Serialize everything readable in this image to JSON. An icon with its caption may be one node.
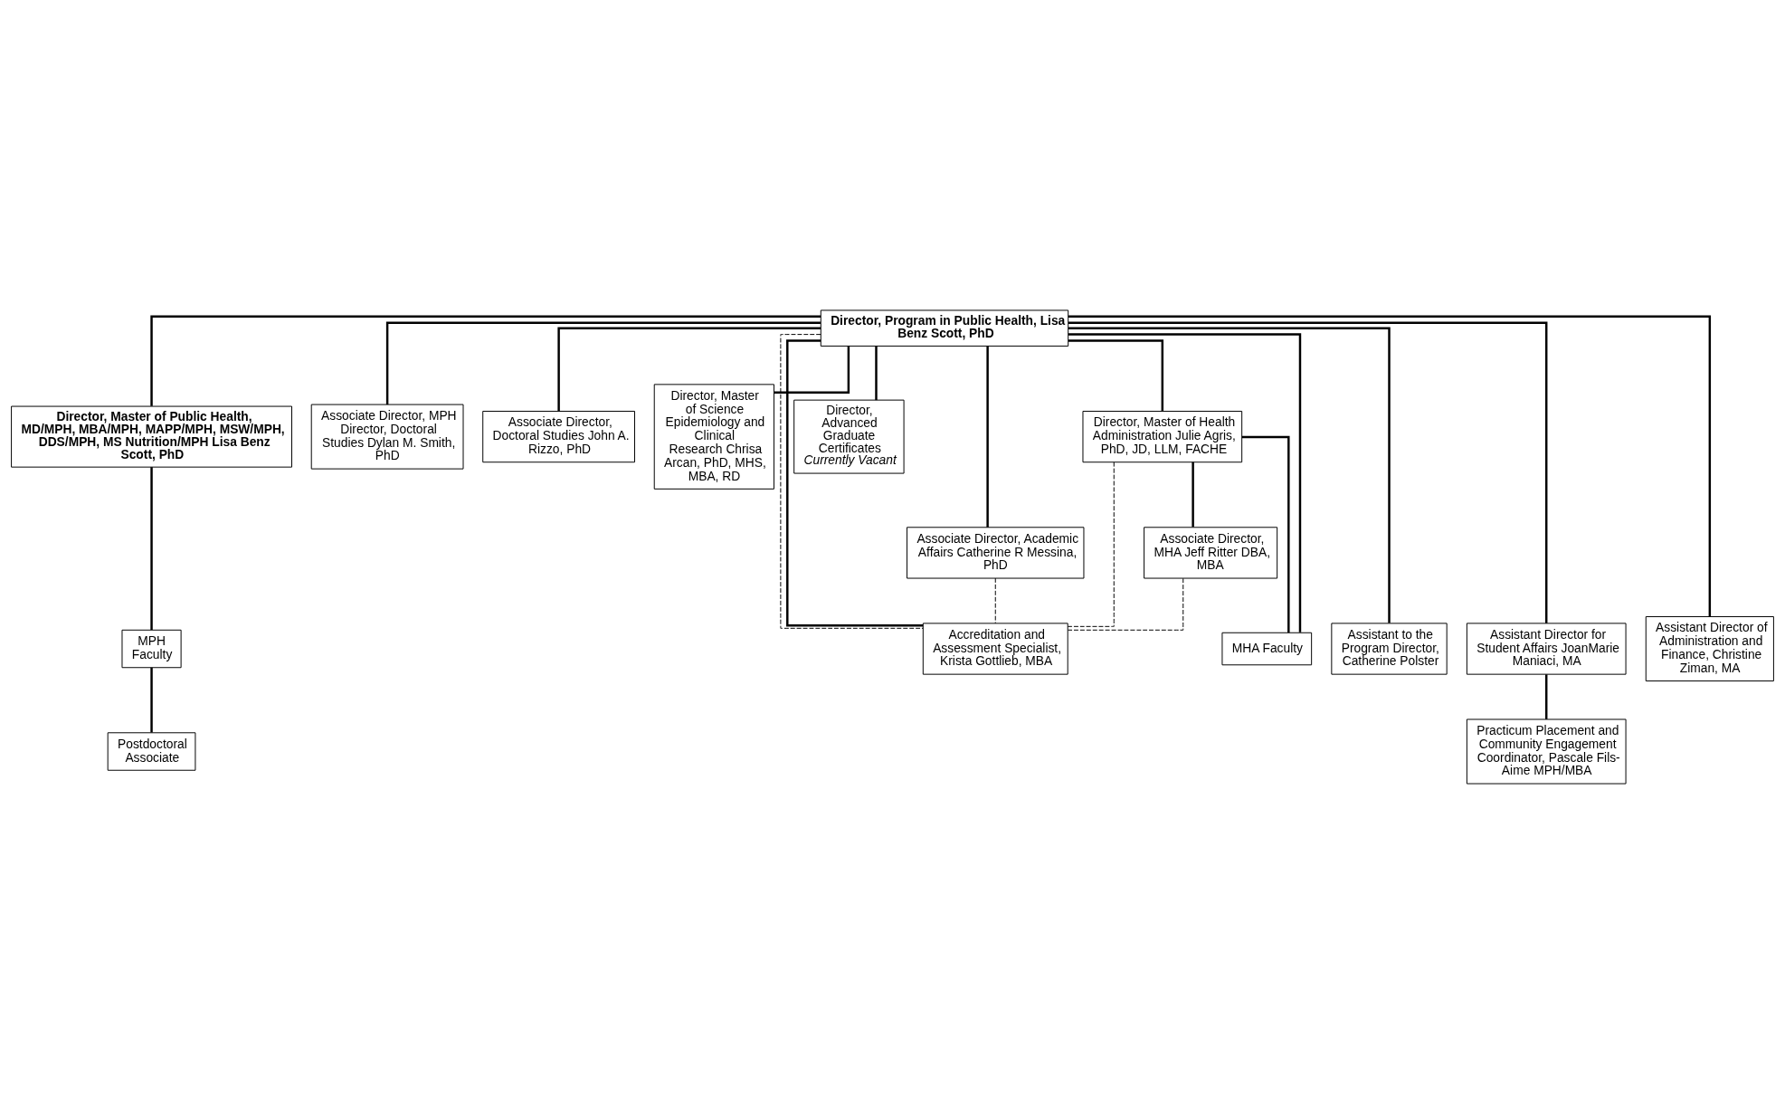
{
  "diagram": {
    "nodes": [
      {
        "text": [
          "Director, Program in Public Health, Lisa Benz Scott, PhD"
        ]
      },
      {
        "text": [
          "Director, Master of Public Health, MD/MPH, MBA/MPH, MAPP/MPH, MSW/MPH, DDS/MPH, MS Nutrition/MPH Lisa Benz Scott, PhD"
        ]
      },
      {
        "text": [
          "Associate Director, MPH Director, Doctoral Studies Dylan M. Smith, PhD"
        ]
      },
      {
        "text": [
          "Associate Director, Doctoral Studies John A. Rizzo, PhD"
        ]
      },
      {
        "text": [
          "Director, Master of Science Epidemiology and Clinical Research Chrisa Arcan, PhD, MHS, MBA, RD"
        ]
      },
      {
        "text": [
          "Director, Advanced Graduate Certificates",
          "Currently Vacant"
        ]
      },
      {
        "text": [
          "Director, Master of Health Administration Julie Agris, PhD, JD, LLM, FACHE"
        ]
      },
      {
        "text": [
          "Associate Director, Academic Affairs Catherine R Messina, PhD"
        ]
      },
      {
        "text": [
          "Associate Director, MHA Jeff Ritter DBA, MBA"
        ]
      },
      {
        "text": [
          "MPH Faculty"
        ]
      },
      {
        "text": [
          "Assistant to the Program Director, Catherine Polster"
        ]
      },
      {
        "text": [
          "Assistant Director for Student Affairs JoanMarie Maniaci, MA"
        ]
      },
      {
        "text": [
          "Accreditation and Assessment Specialist, Krista Gottlieb, MBA"
        ]
      },
      {
        "text": [
          "Assistant Director of Administration and Finance, Christine Ziman, MA"
        ]
      },
      {
        "text": [
          "MHA Faculty"
        ]
      },
      {
        "text": [
          "Postdoctoral Associate"
        ]
      },
      {
        "text": [
          "Practicum Placement and Community Engagement Coordinator, Pascale Fils-Aime MPH/MBA"
        ]
      }
    ],
    "edges": [
      {
        "from": 0,
        "to": 1,
        "arrow": "none"
      },
      {
        "from": 0,
        "to": 2,
        "arrow": "none"
      },
      {
        "from": 0,
        "to": 3,
        "arrow": "none"
      },
      {
        "from": 0,
        "to": 4,
        "arrow": "none"
      },
      {
        "from": 0,
        "to": 5,
        "arrow": "none"
      },
      {
        "from": 0,
        "to": 6,
        "arrow": "none"
      },
      {
        "from": 0,
        "to": 7,
        "arrow": "none"
      },
      {
        "from": 0,
        "to": 10,
        "arrow": "none"
      },
      {
        "from": 0,
        "to": 11,
        "arrow": "none"
      },
      {
        "from": 0,
        "to": 12,
        "arrow": "none"
      },
      {
        "from": 0,
        "to": 13,
        "arrow": "none"
      },
      {
        "from": 0,
        "to": 14,
        "arrow": "none"
      },
      {
        "from": 1,
        "to": 9,
        "arrow": "none"
      },
      {
        "from": 9,
        "to": 15,
        "arrow": "none"
      },
      {
        "from": 11,
        "to": 16,
        "arrow": "none"
      },
      {
        "from": 6,
        "to": 8,
        "arrow": "none"
      },
      {
        "from": 6,
        "to": 14,
        "arrow": "none"
      },
      {
        "from": 0,
        "to": 12,
        "arrow": "none",
        "style": "dashed"
      },
      {
        "from": 7,
        "to": 12,
        "arrow": "none",
        "style": "dashed"
      },
      {
        "from": 6,
        "to": 12,
        "arrow": "none",
        "style": "dashed"
      },
      {
        "from": 8,
        "to": 12,
        "arrow": "none",
        "style": "dashed"
      }
    ]
  }
}
